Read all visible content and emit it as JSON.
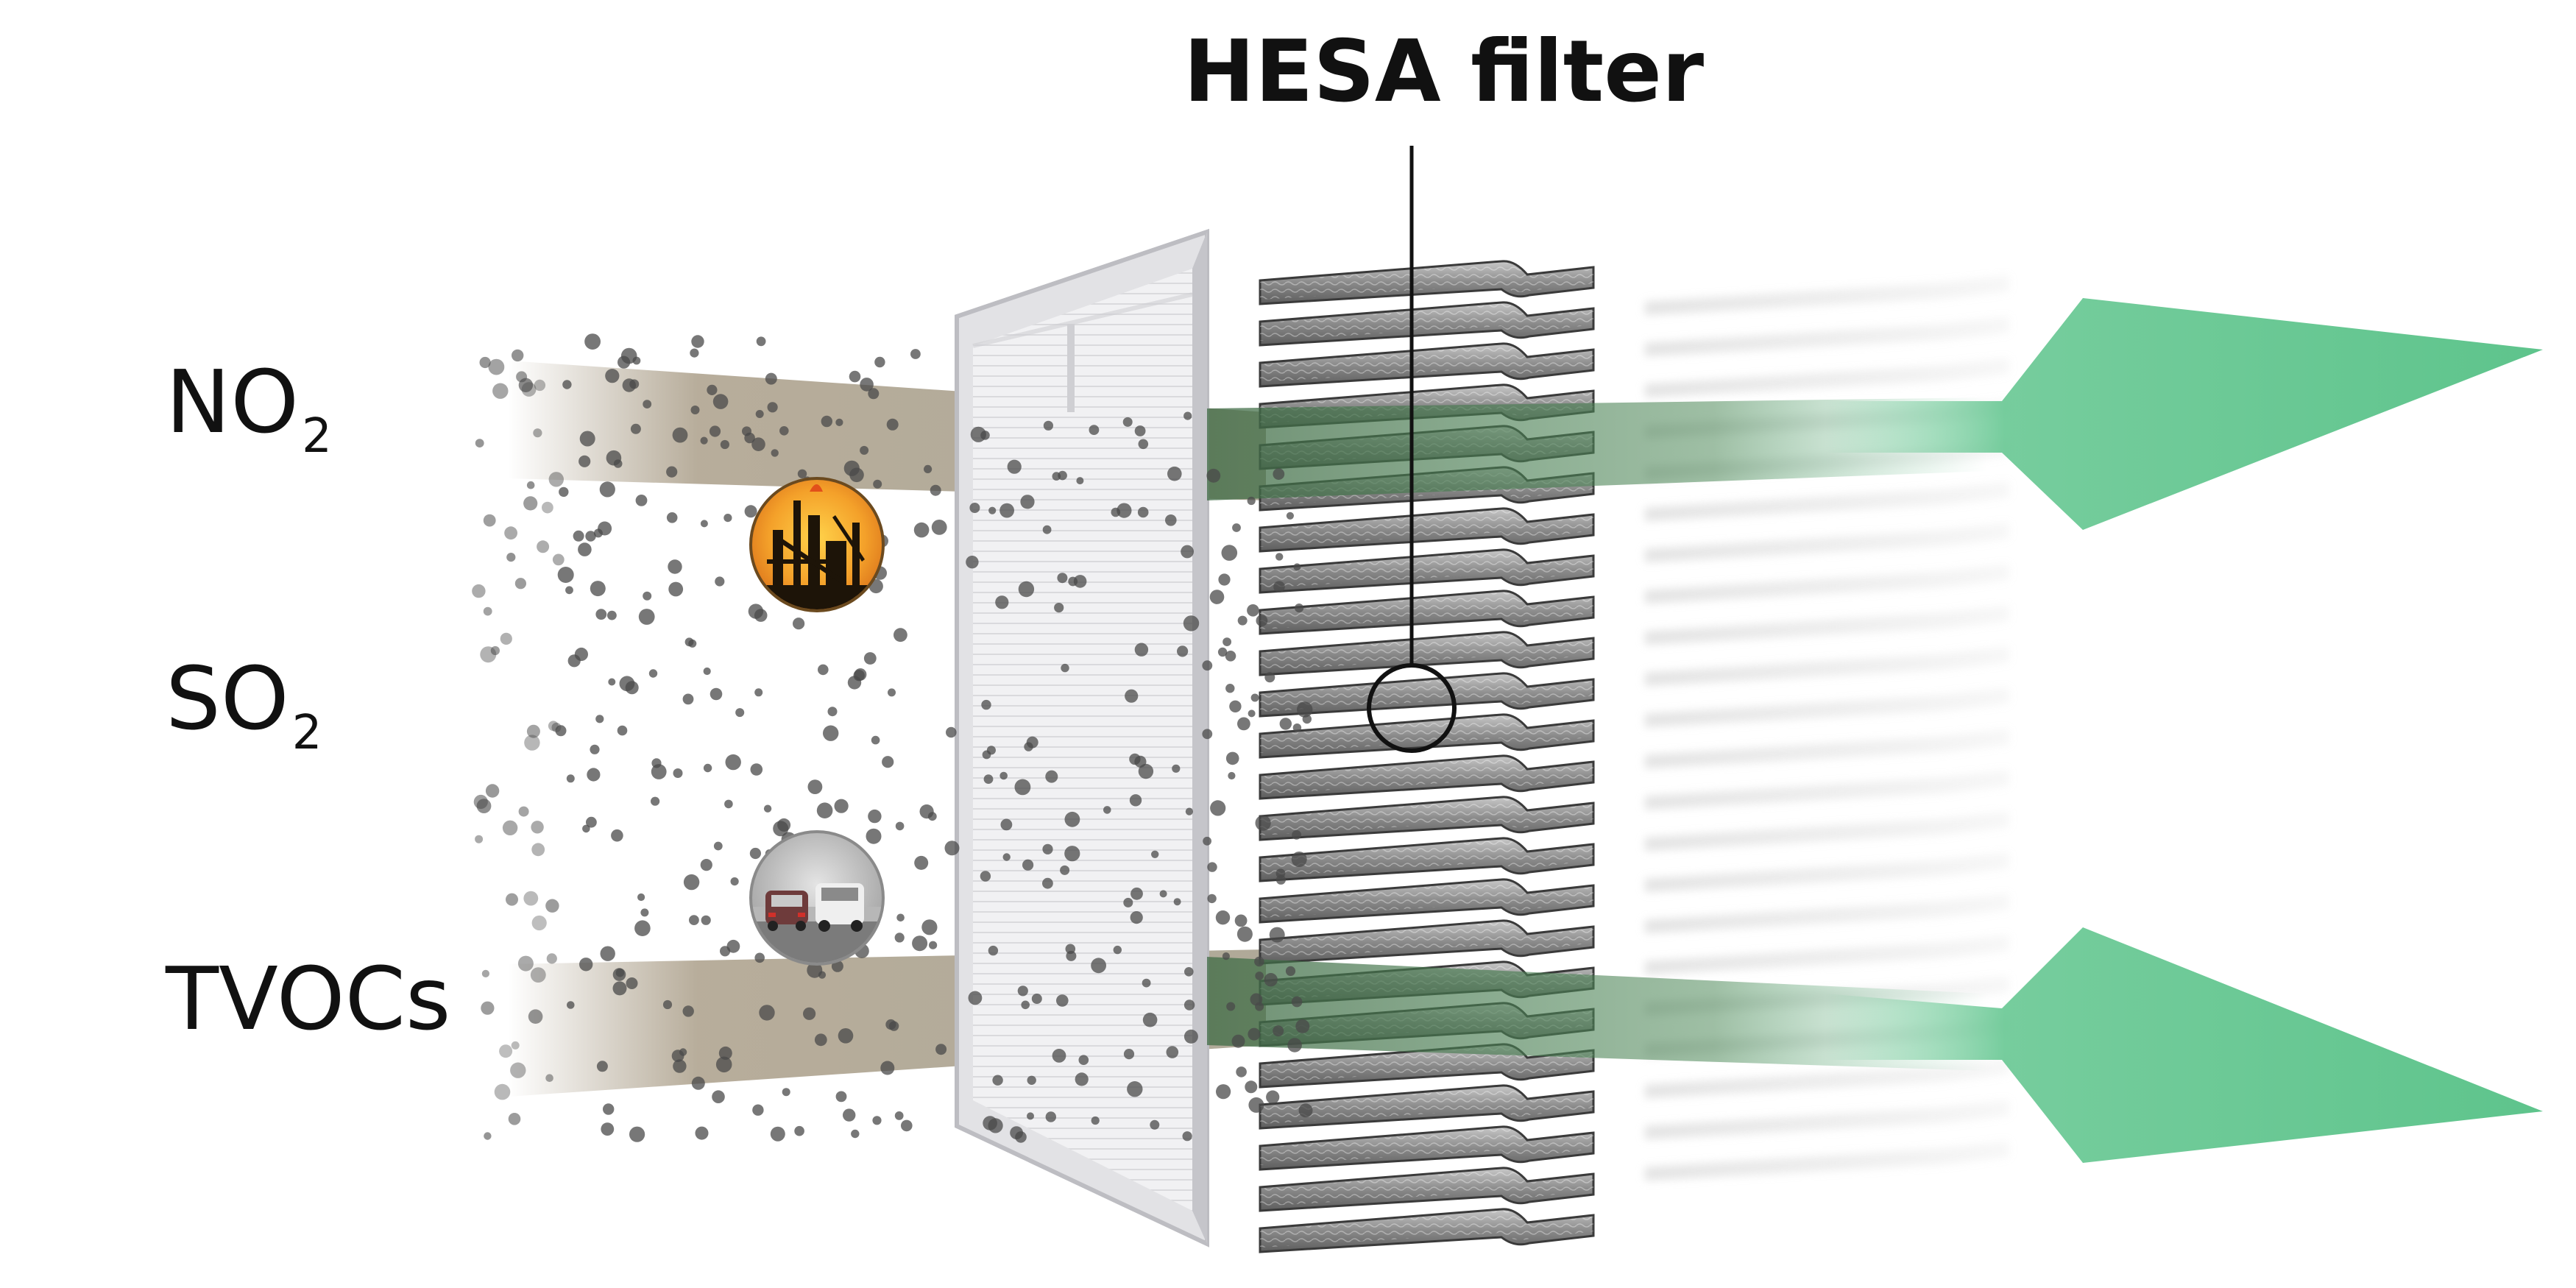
{
  "diagram": {
    "title": "HESA filter",
    "pollutants": [
      {
        "base": "NO",
        "subscript": "2"
      },
      {
        "base": "SO",
        "subscript": "2"
      },
      {
        "base": "TVOCs",
        "subscript": ""
      }
    ],
    "source_icons": [
      "refinery-icon",
      "traffic-icon"
    ]
  },
  "colors": {
    "dirty_air": "#7d6a49",
    "clean_air": "#5ec48c",
    "filter_frame": "#cfd0d4",
    "pleat": "#707070",
    "particle": "#4a4a4a"
  }
}
